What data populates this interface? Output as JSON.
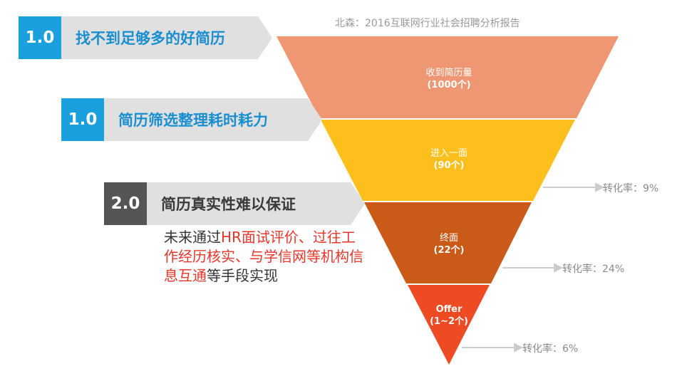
{
  "source": "北森：2016互联网行业社会招聘分析报告",
  "tags": [
    {
      "num": "1.0",
      "label": "找不到足够多的好简历"
    },
    {
      "num": "1.0",
      "label": "简历筛选整理耗时耗力"
    },
    {
      "num": "2.0",
      "label": "简历真实性难以保证"
    }
  ],
  "note": {
    "parts": [
      {
        "text": "未来通过",
        "highlight": false
      },
      {
        "text": "HR面试评价、过往工作经历核实、与学信网等机构信息互通",
        "highlight": true
      },
      {
        "text": "等手段实现",
        "highlight": false
      }
    ],
    "highlight_color": "#e8352a"
  },
  "funnel": {
    "stages": [
      {
        "name": "收到简历量",
        "count": "(1000个)",
        "color": "#ef9673"
      },
      {
        "name": "进入一面",
        "count": "(90个)",
        "color": "#fcbf1c"
      },
      {
        "name": "终面",
        "count": "(22个)",
        "color": "#c95a17"
      },
      {
        "name": "Offer",
        "count": "(1~2个)",
        "color": "#ee4a24"
      }
    ],
    "rates": [
      "转化率：9%",
      "转化率：24%",
      "转化率：6%"
    ]
  }
}
